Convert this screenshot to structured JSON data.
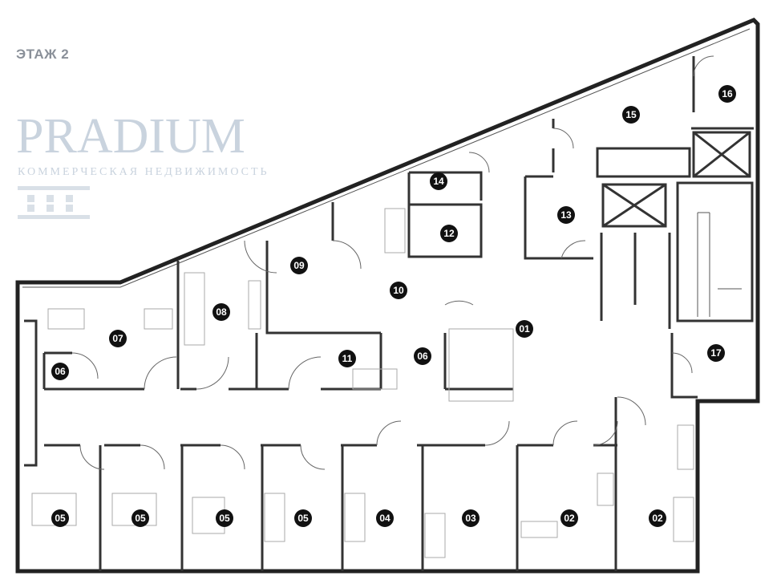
{
  "floor_title": "ЭТАЖ 2",
  "watermark": {
    "brand": "PRADIUM",
    "tagline": "КОММЕРЧЕСКАЯ НЕДВИЖИМОСТЬ"
  },
  "rooms": [
    {
      "id": "16"
    },
    {
      "id": "15"
    },
    {
      "id": "14"
    },
    {
      "id": "13"
    },
    {
      "id": "12"
    },
    {
      "id": "09"
    },
    {
      "id": "10"
    },
    {
      "id": "08"
    },
    {
      "id": "01"
    },
    {
      "id": "07"
    },
    {
      "id": "11"
    },
    {
      "id": "06"
    },
    {
      "id": "06"
    },
    {
      "id": "17"
    },
    {
      "id": "05"
    },
    {
      "id": "05"
    },
    {
      "id": "05"
    },
    {
      "id": "05"
    },
    {
      "id": "04"
    },
    {
      "id": "03"
    },
    {
      "id": "02"
    },
    {
      "id": "02"
    }
  ]
}
